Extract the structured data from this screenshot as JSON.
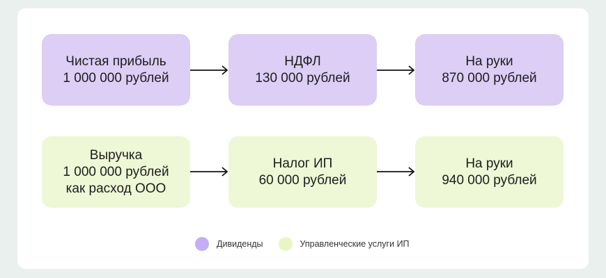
{
  "rows": [
    {
      "boxes": [
        {
          "lines": [
            "Чистая прибыль",
            "1 000 000 рублей"
          ]
        },
        {
          "lines": [
            "НДФЛ",
            "130 000 рублей"
          ]
        },
        {
          "lines": [
            "На руки",
            "870 000 рублей"
          ]
        }
      ]
    },
    {
      "boxes": [
        {
          "lines": [
            "Выручка",
            "1 000 000 рублей",
            "как расход ООО"
          ]
        },
        {
          "lines": [
            "Налог ИП",
            "60 000 рублей"
          ]
        },
        {
          "lines": [
            "На руки",
            "940 000 рублей"
          ]
        }
      ]
    }
  ],
  "legend": [
    {
      "label": "Дивиденды",
      "color": "#c4aef5"
    },
    {
      "label": "Управленческие услуги ИП",
      "color": "#eaf5c6"
    }
  ],
  "colors": {
    "purple_box": "#dccef5",
    "green_box": "#eef7d6"
  }
}
